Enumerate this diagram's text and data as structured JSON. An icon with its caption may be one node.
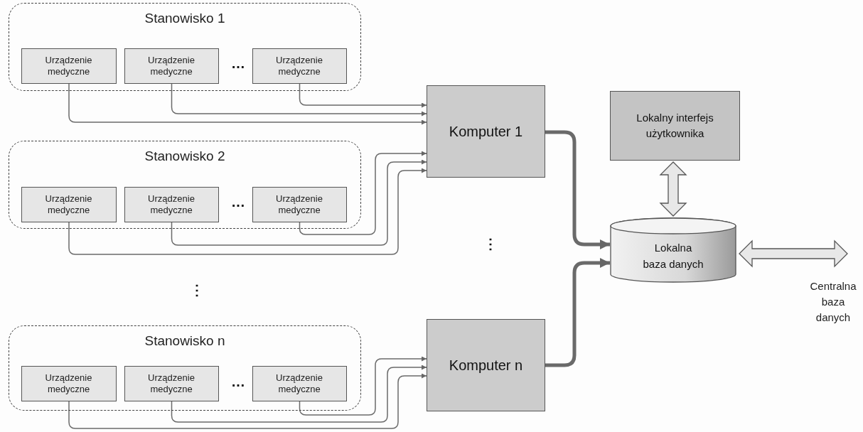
{
  "diagram": {
    "nodes": [
      {
        "text": [
          "Stanowisko 1"
        ]
      },
      {
        "text": [
          "Urządzenie medyczne"
        ],
        "in": 0
      },
      {
        "text": [
          "Urządzenie medyczne"
        ],
        "in": 0
      },
      {
        "text": [
          "Urządzenie medyczne"
        ],
        "in": 0
      },
      {
        "text": [
          "Komputer 1"
        ]
      },
      {
        "text": [
          "Lokalny interfejs użytkownika"
        ]
      },
      {
        "text": [
          "Stanowisko 2"
        ]
      },
      {
        "text": [
          "Urządzenie medyczne"
        ],
        "in": 6
      },
      {
        "text": [
          "Urządzenie medyczne"
        ],
        "in": 6
      },
      {
        "text": [
          "Urządzenie medyczne"
        ],
        "in": 6
      },
      {
        "text": [
          "Lokalna baza danych"
        ]
      },
      {
        "text": [
          "Stanowisko n"
        ]
      },
      {
        "text": [
          "Urządzenie medyczne"
        ],
        "in": 11
      },
      {
        "text": [
          "Urządzenie medyczne"
        ],
        "in": 11
      },
      {
        "text": [
          "Urządzenie medyczne"
        ],
        "in": 11
      },
      {
        "text": [
          "Komputer n"
        ]
      }
    ],
    "edges": [
      {
        "from": 1,
        "to": 4,
        "arrow": "to"
      },
      {
        "from": 2,
        "to": 4,
        "arrow": "to"
      },
      {
        "from": 3,
        "to": 4,
        "arrow": "to"
      },
      {
        "from": 7,
        "to": 4,
        "arrow": "to"
      },
      {
        "from": 8,
        "to": 4,
        "arrow": "to"
      },
      {
        "from": 9,
        "to": 4,
        "arrow": "to"
      },
      {
        "from": 12,
        "to": 15,
        "arrow": "to"
      },
      {
        "from": 13,
        "to": 15,
        "arrow": "to"
      },
      {
        "from": 14,
        "to": 15,
        "arrow": "to"
      },
      {
        "from": 4,
        "to": 10,
        "arrow": "to",
        "style": "thick"
      },
      {
        "from": 15,
        "to": 10,
        "arrow": "to",
        "style": "thick"
      },
      {
        "from": 5,
        "to": 10,
        "arrow": "both"
      },
      {
        "from": 10,
        "to": null,
        "arrow": "both",
        "label": "Centralna baza danych"
      }
    ],
    "labels": [
      "…",
      "…",
      "⋮",
      "⋮",
      "…"
    ]
  }
}
